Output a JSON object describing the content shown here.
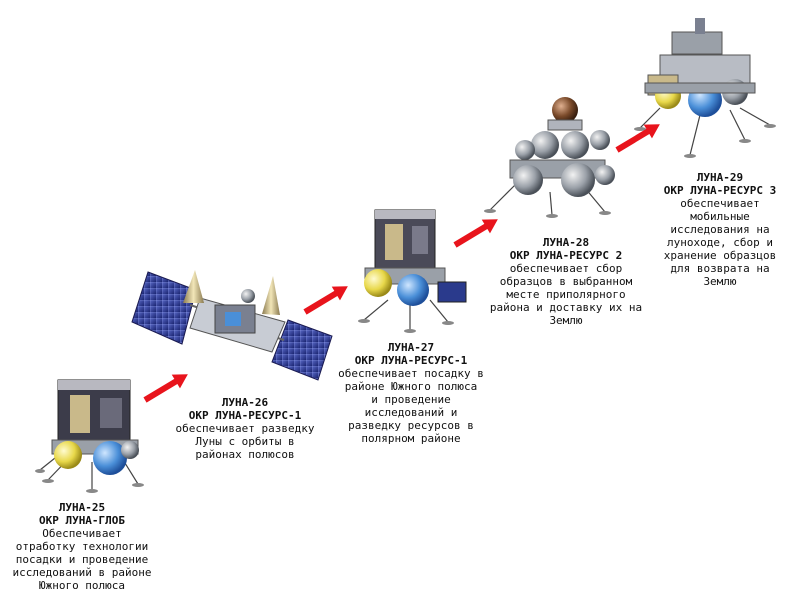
{
  "missions": [
    {
      "name": "ЛУНА-25",
      "program": "ОКР ЛУНА-ГЛОБ",
      "description": "Обеспечивает\nотработку технологии\nпосадки и проведение\nисследований в районе\nЮжного полюса"
    },
    {
      "name": "ЛУНА-26",
      "program": "ОКР ЛУНА-РЕСУРС-1",
      "description": "обеспечивает разведку\nЛуны с орбиты в\nрайонах полюсов"
    },
    {
      "name": "ЛУНА-27",
      "program": "ОКР ЛУНА-РЕСУРС-1",
      "description": "обеспечивает посадку в\nрайоне Южного полюса\nи проведение\nисследований и\nразведку ресурсов в\nполярном районе"
    },
    {
      "name": "ЛУНА-28",
      "program": "ОКР ЛУНА-РЕСУРС 2",
      "description": "обеспечивает сбор\nобразцов в выбранном\nместе приполярного\nрайона и доставку их на\nЗемлю"
    },
    {
      "name": "ЛУНА-29",
      "program": "ОКР ЛУНА-РЕСУРС 3",
      "description": "обеспечивает\nмобильные\nисследования на\nлуноходе, сбор и\nхранение образцов\nдля возврата на\nЗемлю"
    }
  ],
  "colors": {
    "arrow": "#e8141c",
    "panel": "#2a3a8c",
    "gold": "#c9b98a",
    "body": "#9aa0a8",
    "blue_tank": "#4a8fd8",
    "yellow_tank": "#e8d84a"
  }
}
